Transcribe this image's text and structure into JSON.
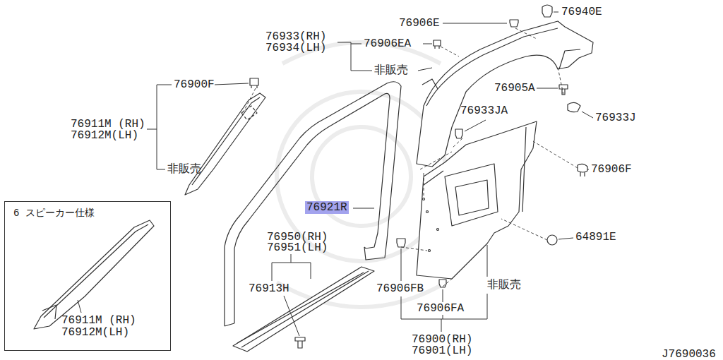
{
  "diagram": {
    "nodes": [
      {
        "text": [
          "6 スピーカー仕様",
          "76911M (RH)",
          "76912M(LH)"
        ]
      },
      {
        "text": [
          "76921R"
        ]
      }
    ],
    "labels": [
      "76906E",
      "76940E",
      "76933(RH)",
      "76934(LH)",
      "76906EA",
      "非販売",
      "76900F",
      "76905A",
      "76933J",
      "76933JA",
      "76911M (RH)",
      "76912M(LH)",
      "非販売",
      "76906F",
      "64891E",
      "76950(RH)",
      "76951(LH)",
      "76913H",
      "76906FB",
      "非販売",
      "76906FA",
      "76900(RH)",
      "76901(LH)",
      "J7690036"
    ]
  }
}
